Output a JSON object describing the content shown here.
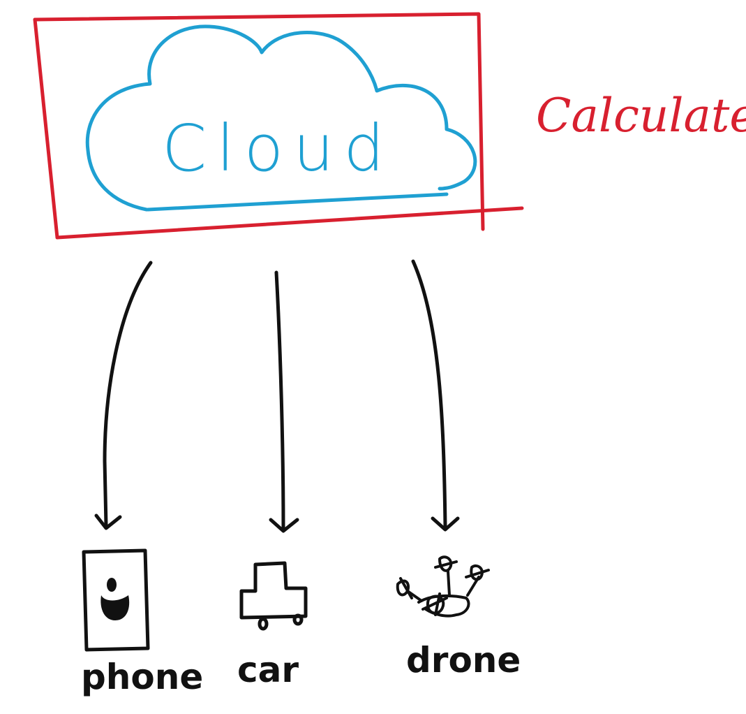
{
  "colors": {
    "frame": "#d8202f",
    "cloud": "#1fa0d2",
    "ink": "#111111",
    "background": "#ffffff"
  },
  "diagram": {
    "cloud_label": "Cloud",
    "side_label": "Calculate",
    "nodes": [
      {
        "id": "phone",
        "label": "phone",
        "icon": "phone-icon"
      },
      {
        "id": "car",
        "label": "car",
        "icon": "car-icon"
      },
      {
        "id": "drone",
        "label": "drone",
        "icon": "drone-icon"
      }
    ]
  }
}
